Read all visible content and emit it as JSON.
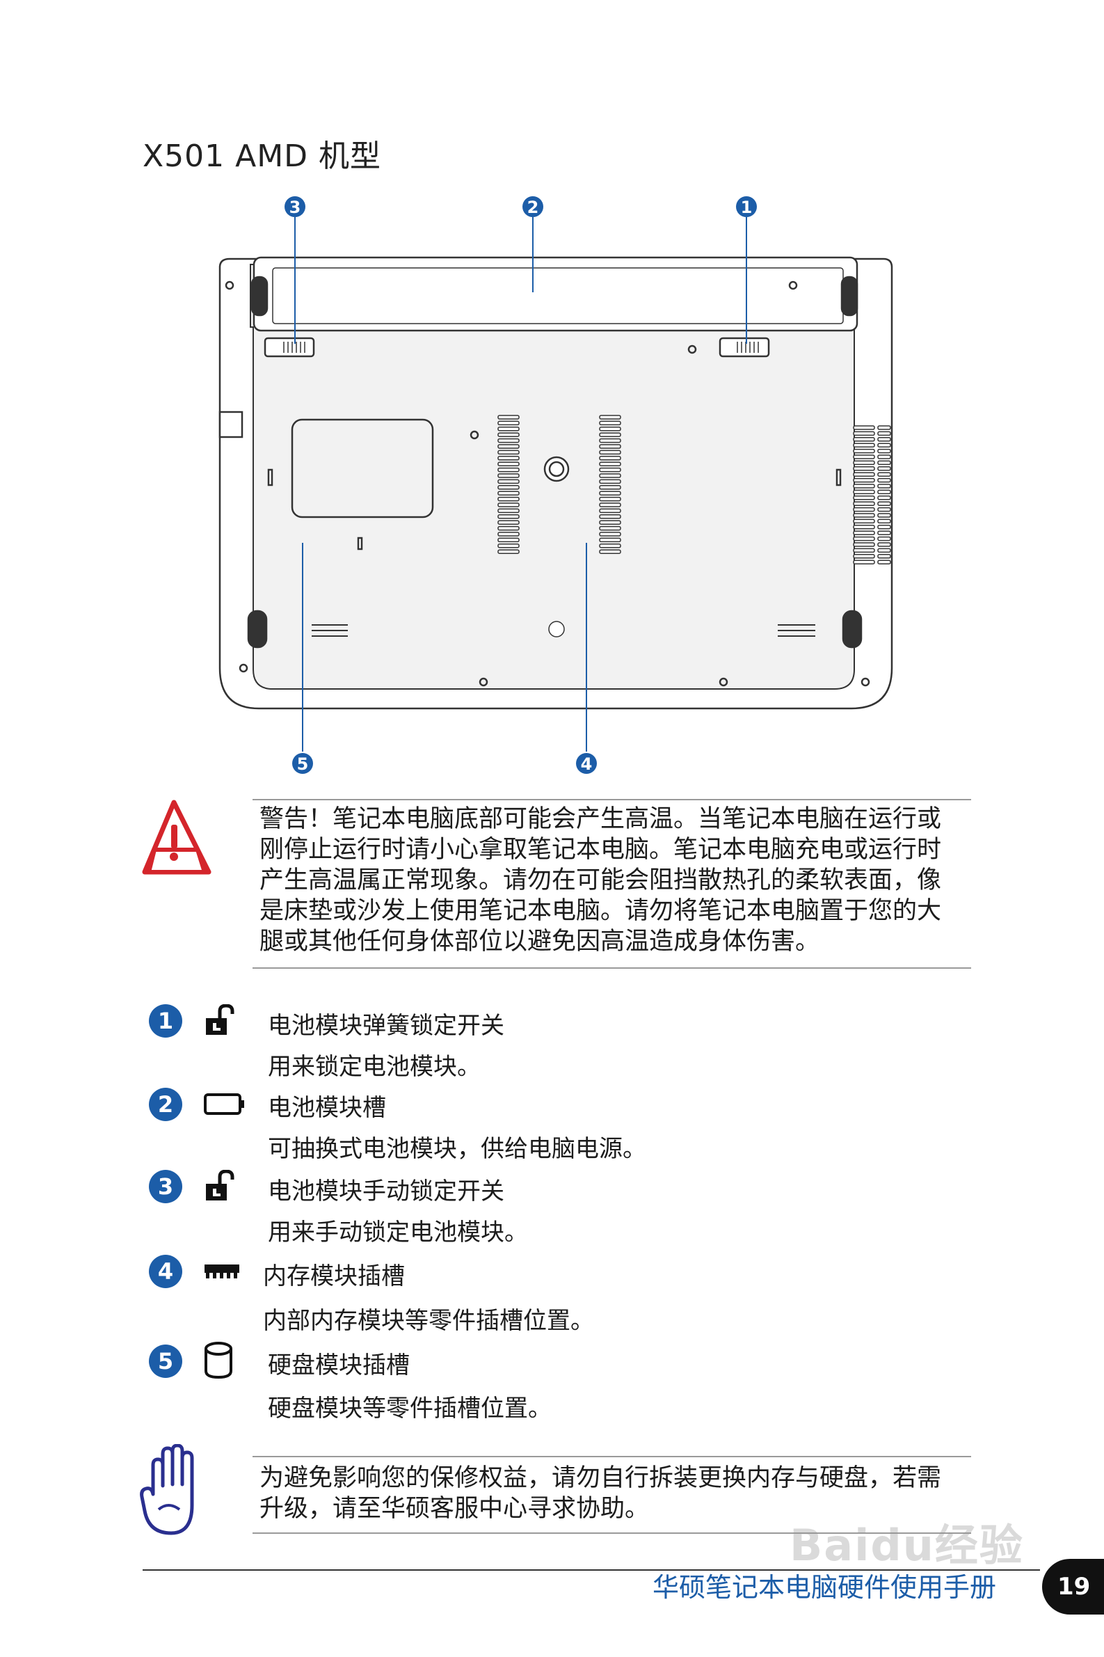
{
  "title": "X501 AMD 机型",
  "callouts": [
    "1",
    "2",
    "3",
    "4",
    "5"
  ],
  "warning_text": [
    "警告！笔记本电脑底部可能会产生高温。当笔记本电脑在运行或",
    "刚停止运行时请小心拿取笔记本电脑。笔记本电脑充电或运行时",
    "产生高温属正常现象。请勿在可能会阻挡散热孔的柔软表面，像",
    "是床垫或沙发上使用笔记本电脑。请勿将笔记本电脑置于您的大",
    "腿或其他任何身体部位以避免因高温造成身体伤害。"
  ],
  "items": [
    {
      "num": "1",
      "icon": "unlock-icon",
      "title": "电池模块弹簧锁定开关",
      "desc": "用来锁定电池模块。"
    },
    {
      "num": "2",
      "icon": "battery-icon",
      "title": "电池模块槽",
      "desc": "可抽换式电池模块，供给电脑电源。"
    },
    {
      "num": "3",
      "icon": "unlock-icon",
      "title": "电池模块手动锁定开关",
      "desc": "用来手动锁定电池模块。"
    },
    {
      "num": "4",
      "icon": "memory-icon",
      "title": "内存模块插槽",
      "desc": "内部内存模块等零件插槽位置。"
    },
    {
      "num": "5",
      "icon": "hdd-icon",
      "title": "硬盘模块插槽",
      "desc": "硬盘模块等零件插槽位置。"
    }
  ],
  "note_text": [
    "为避免影响您的保修权益，请勿自行拆装更换内存与硬盘，若需",
    "升级，请至华硕客服中心寻求协助。"
  ],
  "footer": {
    "title": "华硕笔记本电脑硬件使用手册",
    "page": "19"
  },
  "watermark": "Baidu经验",
  "colors": {
    "accent": "#1c5da8",
    "warning_red": "#d4252b",
    "note_blue": "#2a2f8f"
  }
}
